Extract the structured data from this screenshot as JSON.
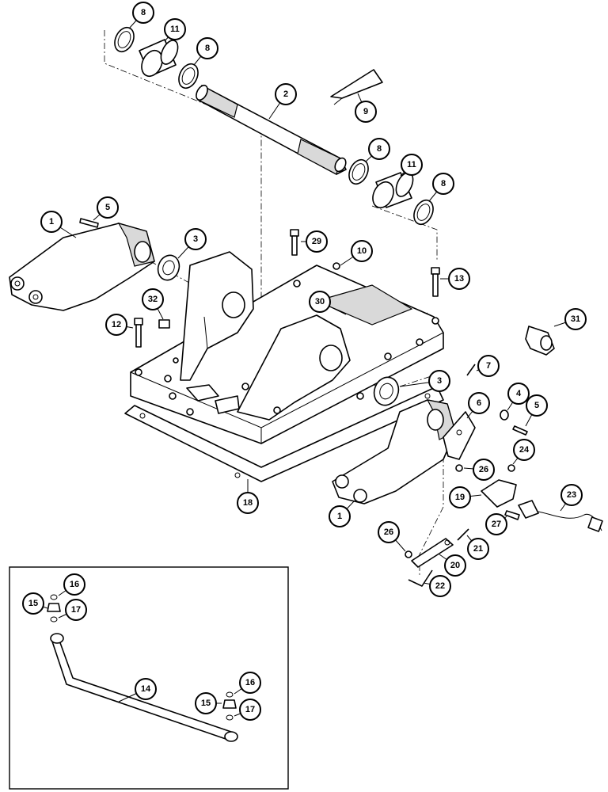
{
  "callouts": [
    {
      "id": "c8a",
      "number": "8"
    },
    {
      "id": "c11a",
      "number": "11"
    },
    {
      "id": "c8b",
      "number": "8"
    },
    {
      "id": "c2",
      "number": "2"
    },
    {
      "id": "c9",
      "number": "9"
    },
    {
      "id": "c8c",
      "number": "8"
    },
    {
      "id": "c11b",
      "number": "11"
    },
    {
      "id": "c8d",
      "number": "8"
    },
    {
      "id": "c5a",
      "number": "5"
    },
    {
      "id": "c1a",
      "number": "1"
    },
    {
      "id": "c3a",
      "number": "3"
    },
    {
      "id": "c29",
      "number": "29"
    },
    {
      "id": "c10",
      "number": "10"
    },
    {
      "id": "c13",
      "number": "13"
    },
    {
      "id": "c32",
      "number": "32"
    },
    {
      "id": "c30",
      "number": "30"
    },
    {
      "id": "c31",
      "number": "31"
    },
    {
      "id": "c12",
      "number": "12"
    },
    {
      "id": "c7",
      "number": "7"
    },
    {
      "id": "c3b",
      "number": "3"
    },
    {
      "id": "c4",
      "number": "4"
    },
    {
      "id": "c6",
      "number": "6"
    },
    {
      "id": "c5b",
      "number": "5"
    },
    {
      "id": "c24",
      "number": "24"
    },
    {
      "id": "c26a",
      "number": "26"
    },
    {
      "id": "c23",
      "number": "23"
    },
    {
      "id": "c19",
      "number": "19"
    },
    {
      "id": "c18",
      "number": "18"
    },
    {
      "id": "c1b",
      "number": "1"
    },
    {
      "id": "c27",
      "number": "27"
    },
    {
      "id": "c26b",
      "number": "26"
    },
    {
      "id": "c21",
      "number": "21"
    },
    {
      "id": "c20",
      "number": "20"
    },
    {
      "id": "c22",
      "number": "22"
    },
    {
      "id": "c16a",
      "number": "16"
    },
    {
      "id": "c15a",
      "number": "15"
    },
    {
      "id": "c17a",
      "number": "17"
    },
    {
      "id": "c14",
      "number": "14"
    },
    {
      "id": "c16b",
      "number": "16"
    },
    {
      "id": "c15b",
      "number": "15"
    },
    {
      "id": "c17b",
      "number": "17"
    }
  ]
}
